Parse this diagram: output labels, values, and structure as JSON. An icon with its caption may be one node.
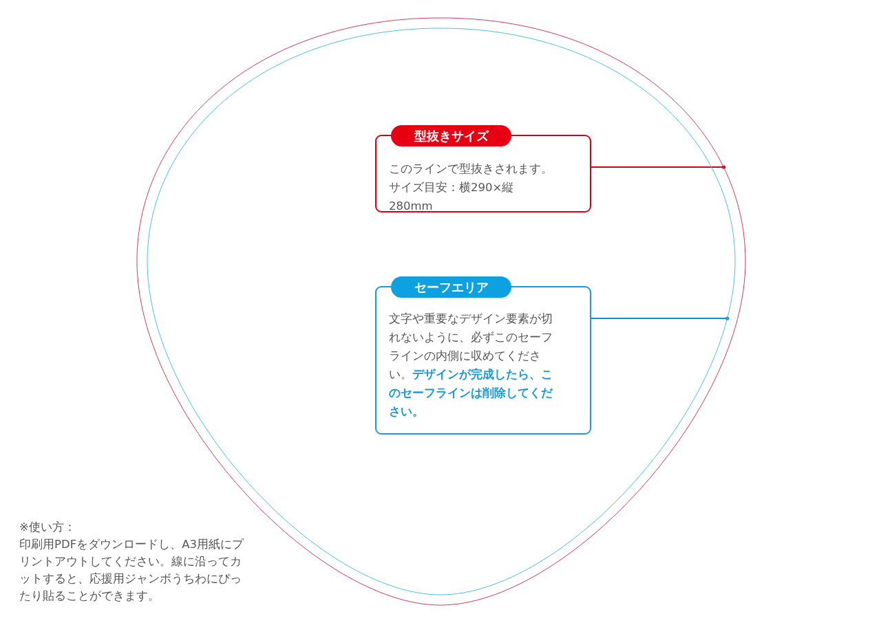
{
  "diagram": {
    "nodes": [
      {
        "text": [],
        "shape": "circle"
      },
      {
        "text": [],
        "shape": "circle",
        "in": 0
      },
      {
        "text": [
          "型抜きサイズ",
          "このラインで型抜きされます。サイズ目安：横290×縦280mm"
        ],
        "in": 1
      },
      {
        "text": [
          "セーフエリア",
          "文字や重要なデザイン要素が切れないように、必ずこのセーフラインの内側に収めてください。**デザインが完成したら、このセーフラインは削除してください。**"
        ],
        "in": 1
      }
    ],
    "edges": [
      {
        "from": 2,
        "to": 0,
        "arrow": "other",
        "color": "#d7001a"
      },
      {
        "from": 3,
        "to": 1,
        "arrow": "other",
        "color": "#0f8fd6"
      }
    ],
    "labels": [
      "※使い方：",
      "印刷用PDFをダウンロードし、A3用紙にプリントアウトしてください。線に沿ってカットすると、応援用ジャンボうちわにぴったり貼ることができます。"
    ]
  }
}
